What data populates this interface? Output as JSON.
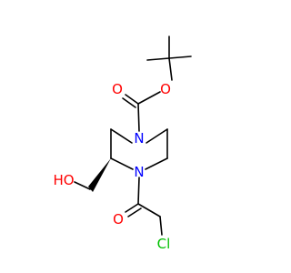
{
  "colors": {
    "background": "#ffffff",
    "carbon": "#000000",
    "nitrogen": "#0000ff",
    "oxygen": "#ff0000",
    "chlorine": "#00c000"
  },
  "atoms": [
    {
      "id": "o-carbonyl-boc",
      "label": "O",
      "element": "oxygen"
    },
    {
      "id": "o-ester",
      "label": "O",
      "element": "oxygen"
    },
    {
      "id": "n-boc",
      "label": "N",
      "element": "nitrogen"
    },
    {
      "id": "n-acyl",
      "label": "N",
      "element": "nitrogen"
    },
    {
      "id": "o-hydroxyl",
      "label": "HO",
      "element": "oxygen"
    },
    {
      "id": "o-carbonyl-acyl",
      "label": "O",
      "element": "oxygen"
    },
    {
      "id": "cl",
      "label": "Cl",
      "element": "chlorine"
    }
  ]
}
